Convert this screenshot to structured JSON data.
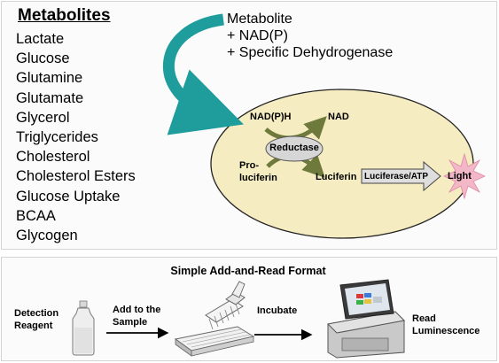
{
  "metabolites": {
    "title": "Metabolites",
    "items": [
      "Lactate",
      "Glucose",
      "Glutamine",
      "Glutamate",
      "Glycerol",
      "Triglycerides",
      "Cholesterol",
      "Cholesterol Esters",
      "Glucose Uptake",
      "BCAA",
      "Glycogen"
    ]
  },
  "reagents": {
    "line1": "Metabolite",
    "line2": "+ NAD(P)",
    "line3": "+ Specific Dehydrogenase"
  },
  "reaction": {
    "nadph": "NAD(P)H",
    "nad": "NAD",
    "enzyme": "Reductase",
    "proluciferin_1": "Pro-",
    "proluciferin_2": "luciferin",
    "luciferin": "Luciferin",
    "detect": "Luciferase/ATP",
    "output": "Light"
  },
  "workflow": {
    "title": "Simple Add-and-Read Format",
    "reagent_1": "Detection",
    "reagent_2": "Reagent",
    "add_1": "Add to the",
    "add_2": "Sample",
    "incubate": "Incubate",
    "read_1": "Read",
    "read_2": "Luminescence"
  },
  "colors": {
    "curve_arrow": "#1f9d9d",
    "ellipse_fill": "#f5ecc1",
    "enzyme_arrow": "#6e7a3c",
    "light_burst": "#f2b8c8"
  }
}
